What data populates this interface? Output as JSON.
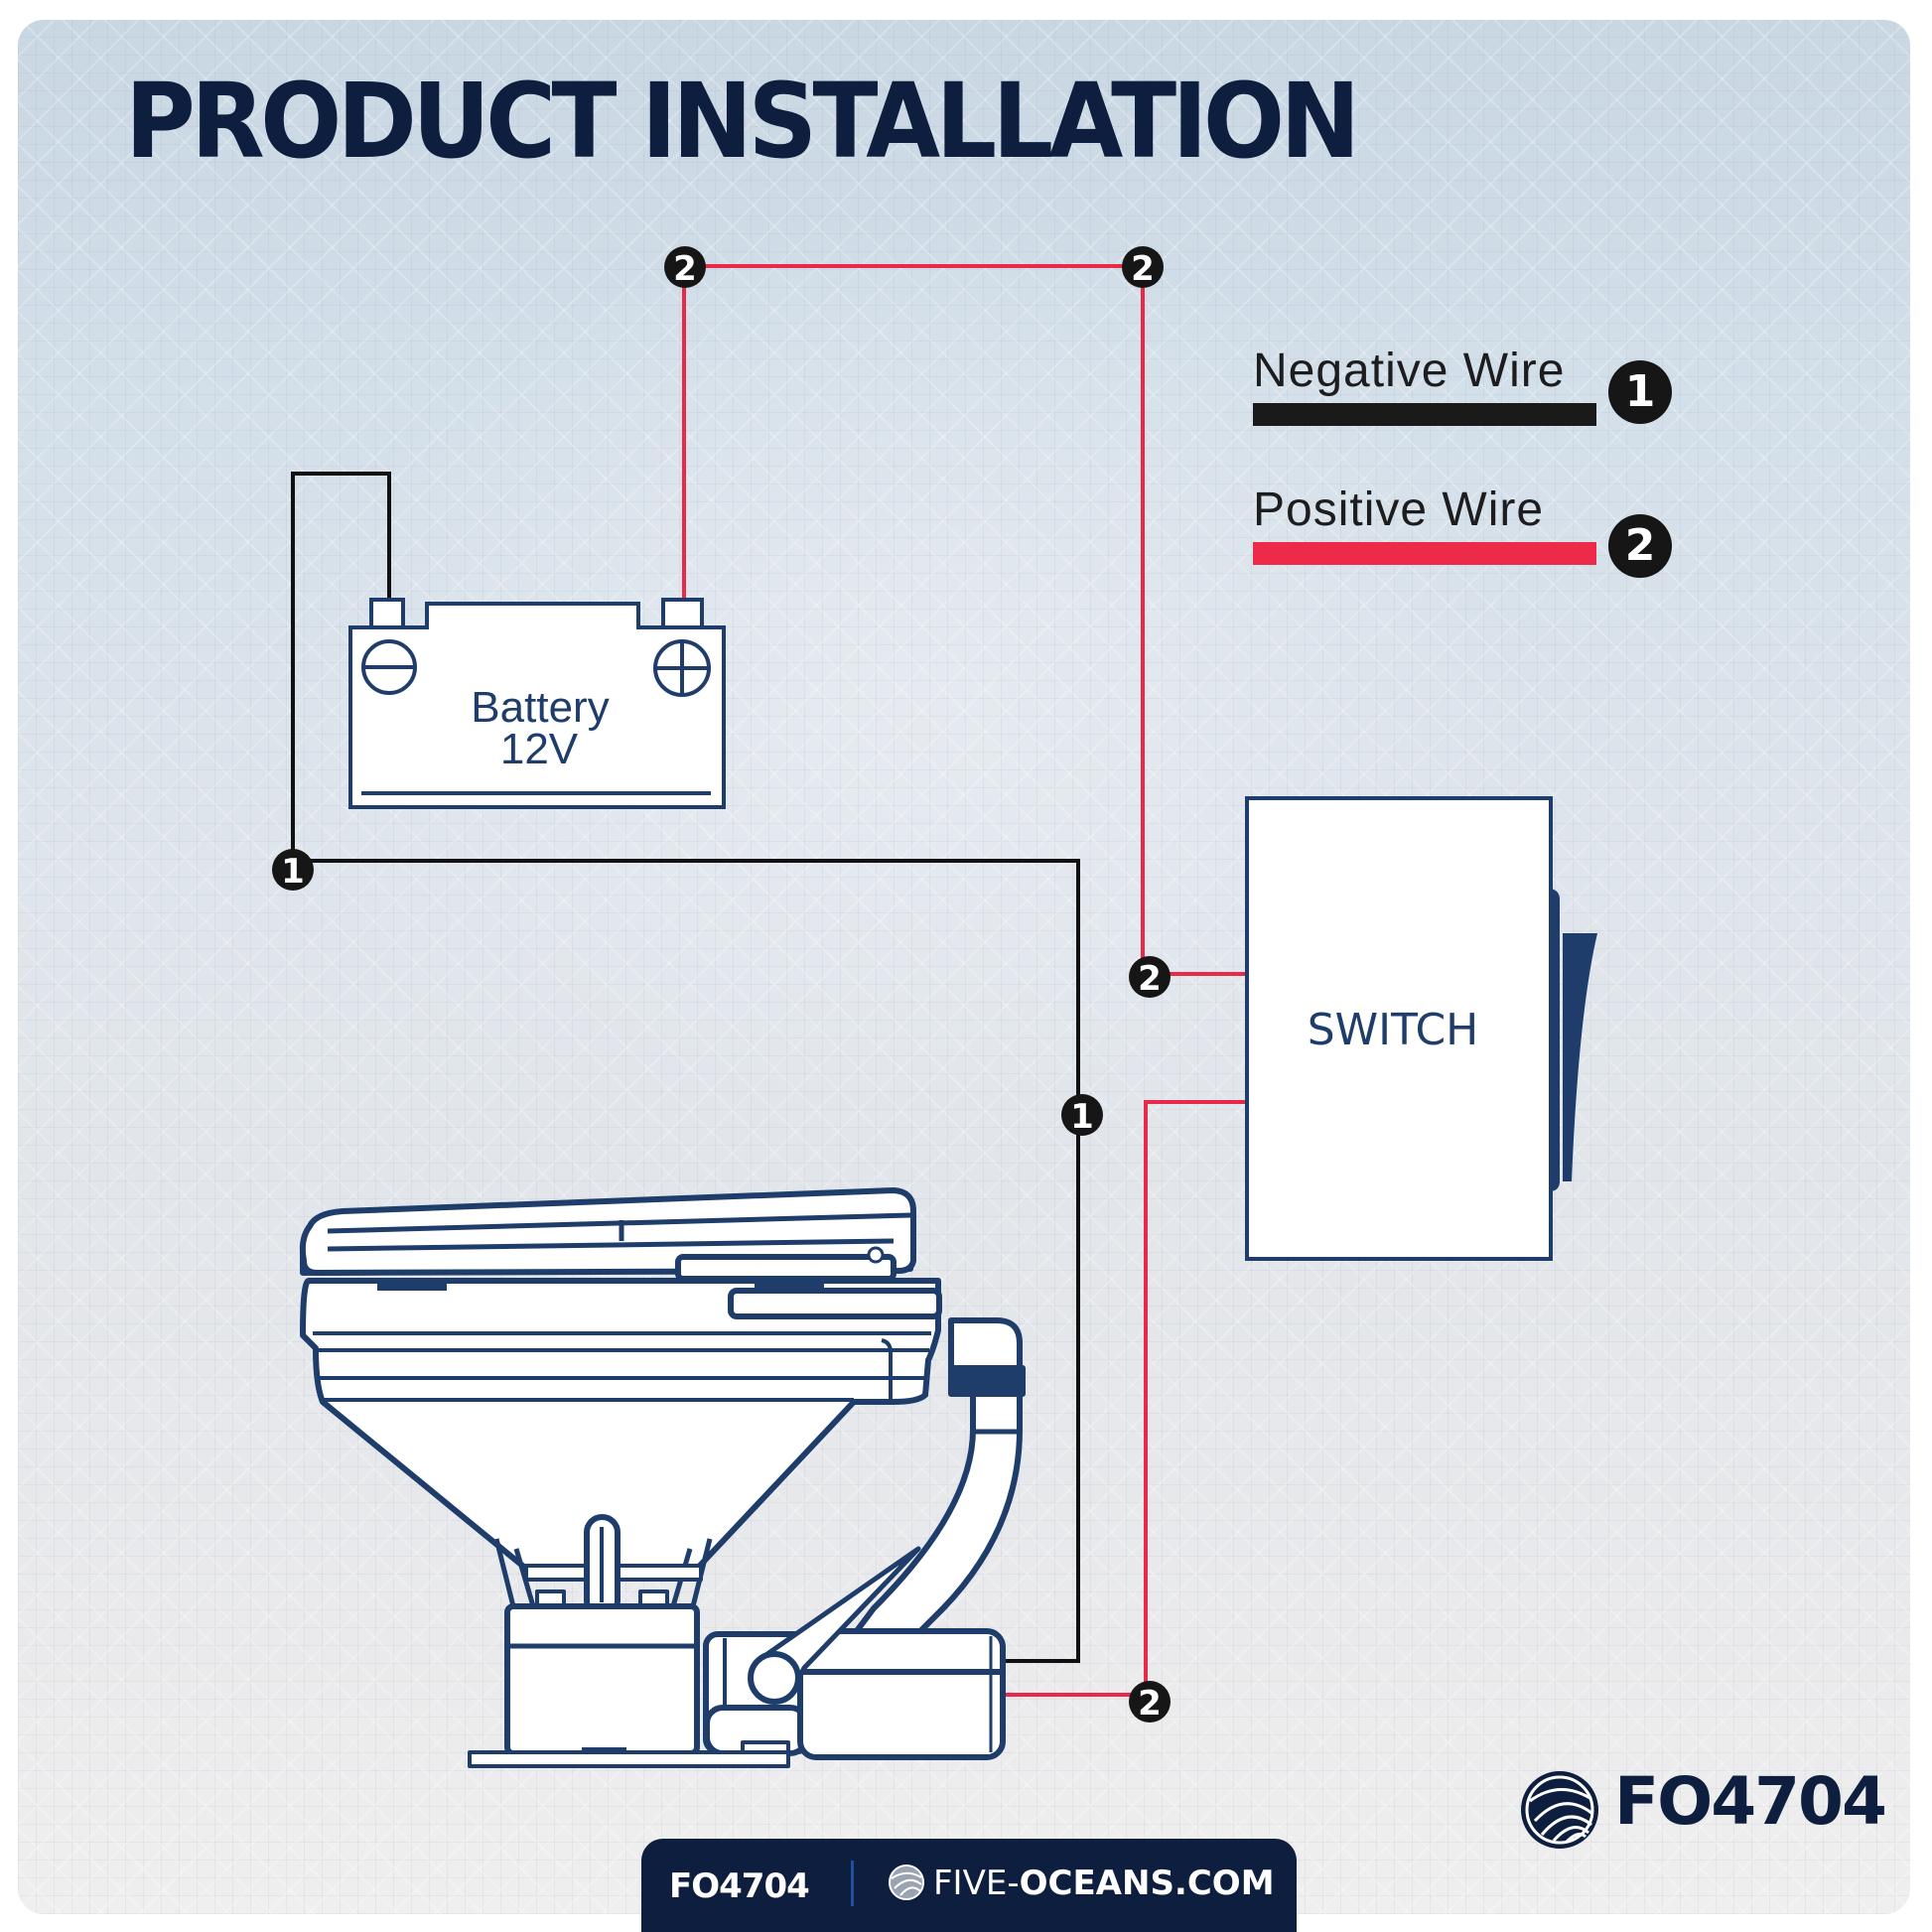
{
  "title": "PRODUCT INSTALLATION",
  "legend": {
    "negative": {
      "label": "Negative Wire",
      "badge": "1",
      "color": "#1a1a1a"
    },
    "positive": {
      "label": "Positive Wire",
      "badge": "2",
      "color": "#ee2a4b"
    }
  },
  "battery": {
    "line1": "Battery",
    "line2": "12V",
    "neg_symbol": "minus-terminal",
    "pos_symbol": "plus-terminal"
  },
  "switch": {
    "label": "SWITCH"
  },
  "connection_badges": {
    "positive": "2",
    "negative": "1"
  },
  "brand": {
    "code": "FO4704",
    "logo": "five-oceans-wave-logo"
  },
  "footer": {
    "code": "FO4704",
    "site_prefix": "FIVE-",
    "site_rest": "OCEANS.COM"
  },
  "colors": {
    "navy": "#0e1e3f",
    "outline": "#1f3d6a",
    "positive_wire": "#ee2a4b",
    "negative_wire": "#111111"
  }
}
